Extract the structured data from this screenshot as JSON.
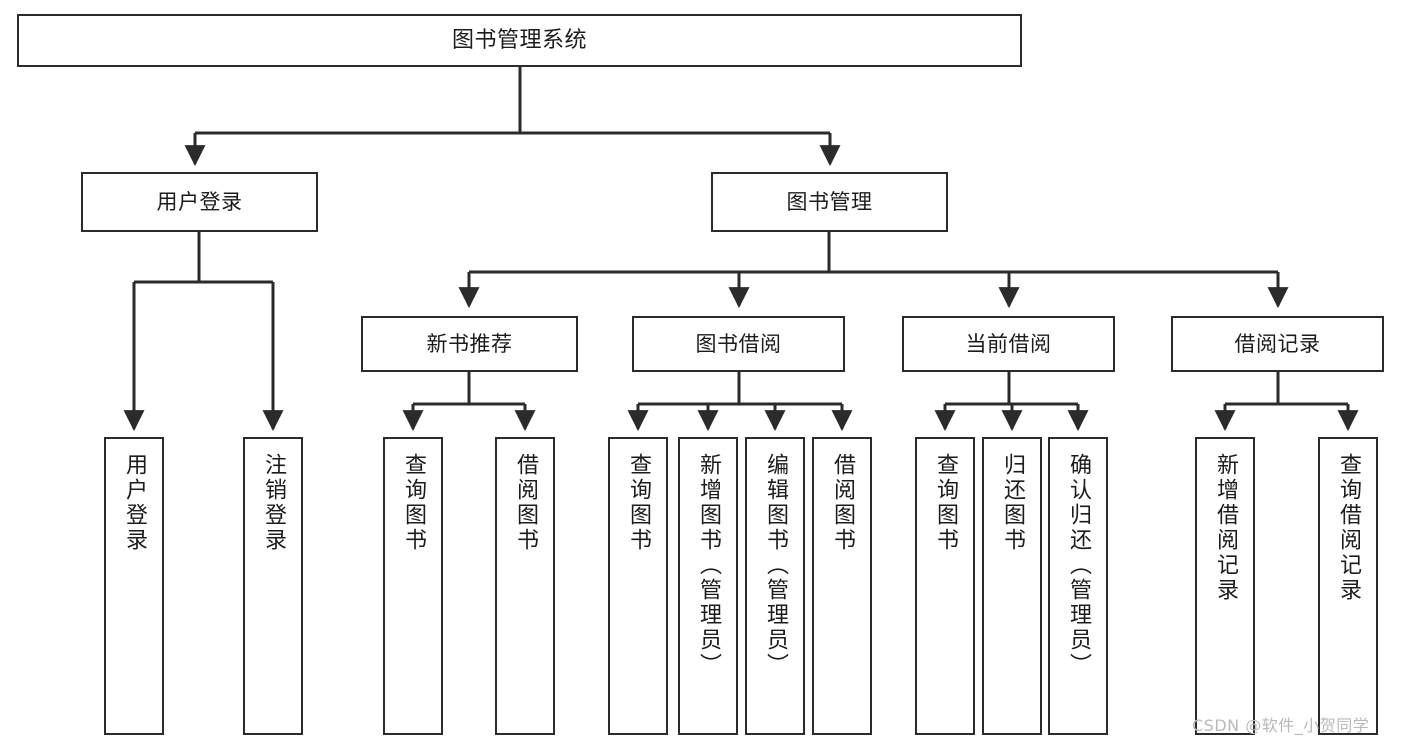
{
  "diagram": {
    "type": "tree-hierarchy-diagram",
    "title": "图书管理系统",
    "watermark": "CSDN @软件_小贺同学",
    "colors": {
      "stroke": "#2b2b2b",
      "fill": "#ffffff",
      "text": "#1c1c1c",
      "watermark": "#b9b9b9"
    },
    "levels": {
      "root": {
        "label": "图书管理系统"
      },
      "level2": [
        {
          "id": "user-login",
          "label": "用户登录"
        },
        {
          "id": "book-management",
          "label": "图书管理"
        }
      ],
      "level3": [
        {
          "id": "new-book-recommend",
          "label": "新书推荐"
        },
        {
          "id": "book-borrow",
          "label": "图书借阅"
        },
        {
          "id": "current-borrow",
          "label": "当前借阅"
        },
        {
          "id": "borrow-record",
          "label": "借阅记录"
        }
      ],
      "leaves": {
        "user-login": [
          {
            "id": "leaf-user-login",
            "label": "用户登录"
          },
          {
            "id": "leaf-logout-login",
            "label": "注销登录"
          }
        ],
        "new-book-recommend": [
          {
            "id": "leaf-query-book-1",
            "label": "查询图书"
          },
          {
            "id": "leaf-borrow-book-1",
            "label": "借阅图书"
          }
        ],
        "book-borrow": [
          {
            "id": "leaf-query-book-2",
            "label": "查询图书"
          },
          {
            "id": "leaf-add-book",
            "label": "新增图书（管理员）"
          },
          {
            "id": "leaf-edit-book",
            "label": "编辑图书（管理员）"
          },
          {
            "id": "leaf-borrow-book-2",
            "label": "借阅图书"
          }
        ],
        "current-borrow": [
          {
            "id": "leaf-query-book-3",
            "label": "查询图书"
          },
          {
            "id": "leaf-return-book",
            "label": "归还图书"
          },
          {
            "id": "leaf-confirm-return",
            "label": "确认归还（管理员）"
          }
        ],
        "borrow-record": [
          {
            "id": "leaf-add-record",
            "label": "新增借阅记录"
          },
          {
            "id": "leaf-query-record",
            "label": "查询借阅记录"
          }
        ]
      }
    }
  }
}
